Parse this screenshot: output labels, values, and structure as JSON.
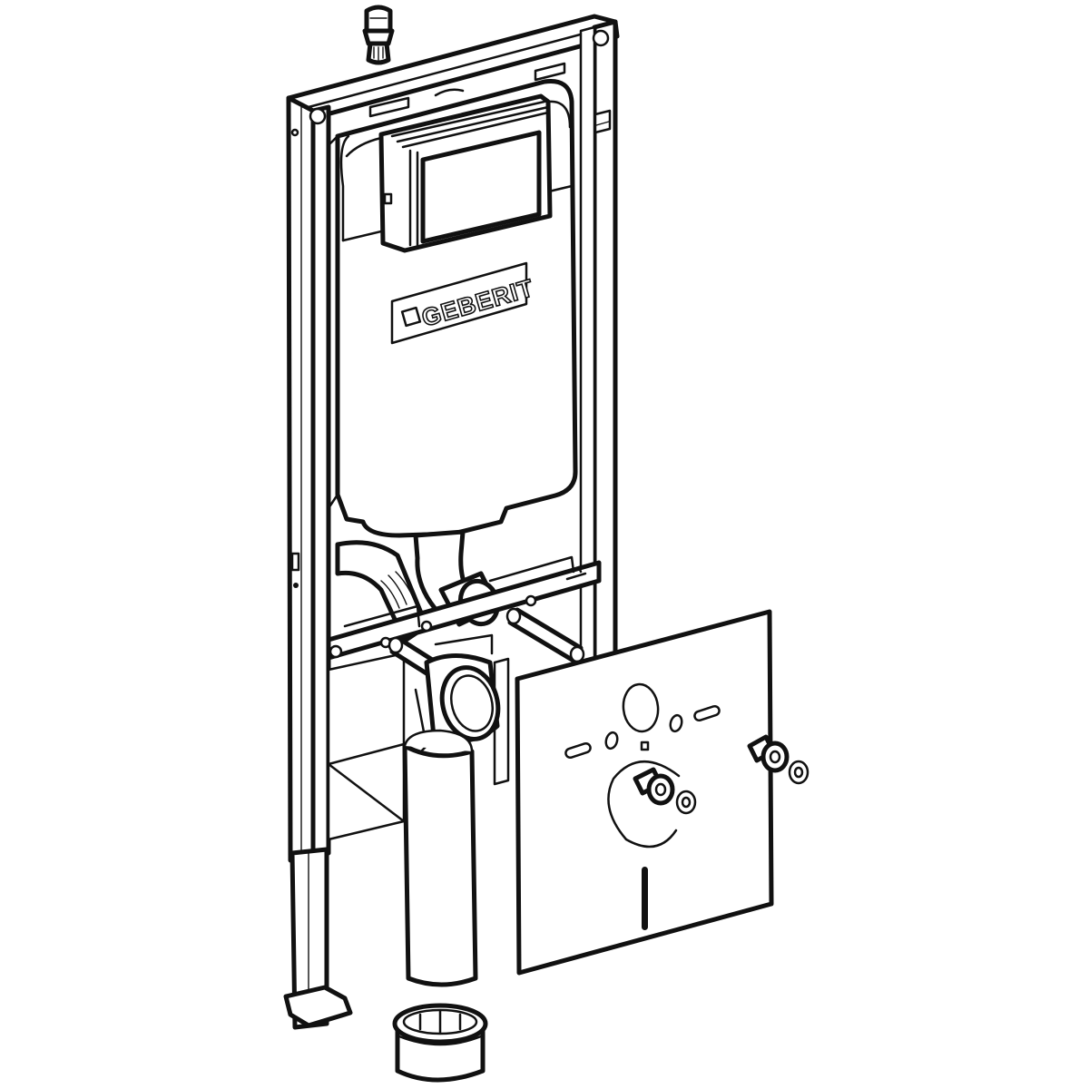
{
  "figure": {
    "subject": "In-wall toilet carrier frame with concealed cistern – exploded view",
    "style": "black line drawing on white background",
    "colors": {
      "line": "#111111",
      "background": "#ffffff"
    }
  },
  "cistern": {
    "brand_label": "GEBERIT"
  },
  "components": [
    "supply-valve",
    "carrier-frame",
    "concealed-cistern",
    "actuation-opening-box",
    "flush-pipe-elbow",
    "water-supply-connector",
    "threaded-mounting-rods",
    "drain-elbow",
    "drain-pipe",
    "drain-pipe-connector",
    "sound-insulation-pad",
    "mounting-bolts",
    "washers",
    "adjustable-feet"
  ]
}
